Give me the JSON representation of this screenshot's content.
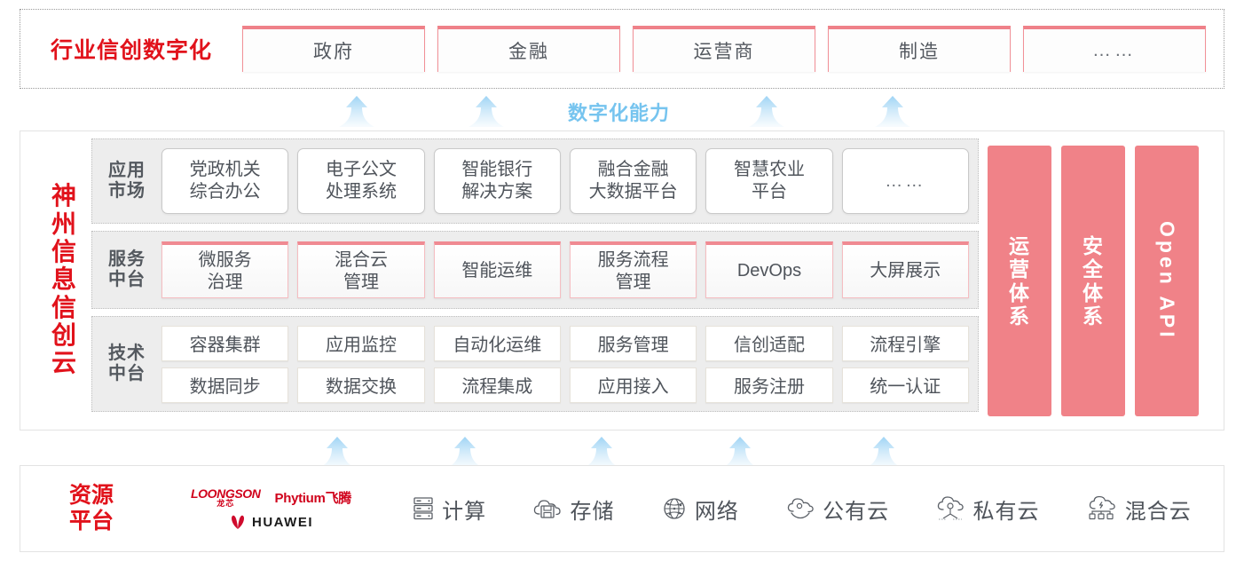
{
  "industry": {
    "title": "行业信创数字化",
    "boxes": [
      {
        "label": "政府"
      },
      {
        "label": "金融"
      },
      {
        "label": "运营商"
      },
      {
        "label": "制造"
      },
      {
        "label": "……"
      }
    ]
  },
  "capability": {
    "label": "数字化能力",
    "arrow_count": 4
  },
  "cloud": {
    "vertical_title": [
      "神",
      "州",
      "信",
      "息",
      "信",
      "创",
      "云"
    ],
    "rows": [
      {
        "key": "app-market",
        "label": [
          "应用",
          "市场"
        ],
        "cards": [
          {
            "lines": [
              "党政机关",
              "综合办公"
            ]
          },
          {
            "lines": [
              "电子公文",
              "处理系统"
            ]
          },
          {
            "lines": [
              "智能银行",
              "解决方案"
            ]
          },
          {
            "lines": [
              "融合金融",
              "大数据平台"
            ]
          },
          {
            "lines": [
              "智慧农业",
              "平台"
            ]
          },
          {
            "lines": [
              "……"
            ]
          }
        ]
      },
      {
        "key": "service-platform",
        "label": [
          "服务",
          "中台"
        ],
        "cards": [
          {
            "lines": [
              "微服务",
              "治理"
            ]
          },
          {
            "lines": [
              "混合云",
              "管理"
            ]
          },
          {
            "lines": [
              "智能运维"
            ]
          },
          {
            "lines": [
              "服务流程",
              "管理"
            ]
          },
          {
            "lines": [
              "DevOps"
            ]
          },
          {
            "lines": [
              "大屏展示"
            ]
          }
        ]
      },
      {
        "key": "tech-platform",
        "label": [
          "技术",
          "中台"
        ],
        "grid": [
          [
            "容器集群",
            "应用监控",
            "自动化运维",
            "服务管理",
            "信创适配",
            "流程引擎"
          ],
          [
            "数据同步",
            "数据交换",
            "流程集成",
            "应用接入",
            "服务注册",
            "统一认证"
          ]
        ]
      }
    ],
    "pink_bars": [
      {
        "type": "vertical-chars",
        "chars": [
          "运",
          "营",
          "体",
          "系"
        ],
        "label": "运营体系"
      },
      {
        "type": "vertical-chars",
        "chars": [
          "安",
          "全",
          "体",
          "系"
        ],
        "label": "安全体系"
      },
      {
        "type": "rotated",
        "label": "Open API"
      }
    ]
  },
  "bottom_arrows": {
    "arrow_count": 5
  },
  "resource": {
    "title": [
      "资源",
      "平台"
    ],
    "logos": [
      {
        "name": "loongson",
        "en": "LOONGSON",
        "cn": "龙芯"
      },
      {
        "name": "phytium",
        "text": "Phytium飞腾"
      },
      {
        "name": "huawei",
        "text": "HUAWEI"
      }
    ],
    "items": [
      {
        "icon": "server-icon",
        "label": "计算"
      },
      {
        "icon": "cloud-storage-icon",
        "label": "存储"
      },
      {
        "icon": "network-globe-icon",
        "label": "网络"
      },
      {
        "icon": "public-cloud-icon",
        "label": "公有云"
      },
      {
        "icon": "private-cloud-icon",
        "label": "私有云"
      },
      {
        "icon": "hybrid-cloud-icon",
        "label": "混合云"
      }
    ]
  },
  "colors": {
    "brand_red": "#e1121b",
    "pink_bar": "#f08288",
    "accent_blue": "#76c4ef",
    "panel_gray": "#ededed",
    "text_gray": "#4f545b"
  }
}
